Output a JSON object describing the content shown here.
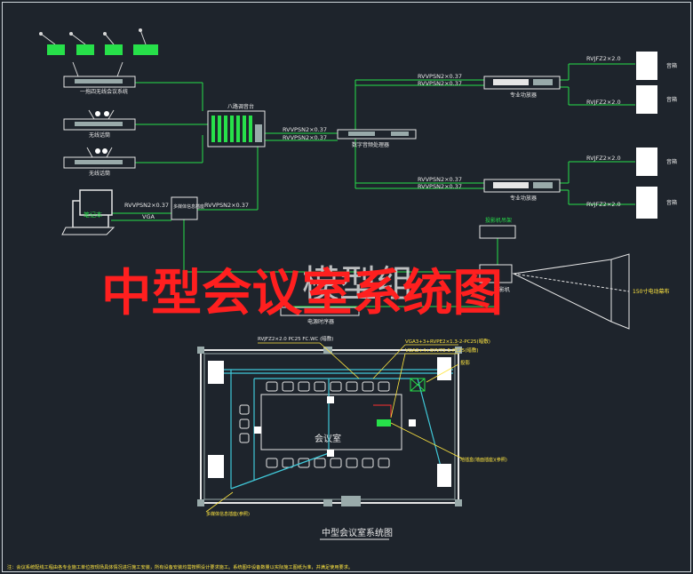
{
  "overlay_title": "中型会议室系统图",
  "watermark": "模型组",
  "devices": {
    "wireless_mic_receiver": "一拖四无线会议系统",
    "handheld_mic_1": "无线话筒",
    "handheld_mic_2": "无线话筒",
    "mixer": "八路调音台",
    "processor": "数字音频处理器",
    "amp_1": "专业功放器",
    "amp_2": "专业功放器",
    "laptop": "笔记本",
    "switcher": "多媒体信息插座",
    "projector_mount": "投影机吊架",
    "projector": "投影机",
    "screen": "150寸电动幕布",
    "power_sequencer": "电源时序器",
    "speaker_1": "音箱",
    "speaker_2": "音箱",
    "speaker_3": "音箱",
    "speaker_4": "音箱"
  },
  "cables": {
    "mixer_to_processor_1": "RVVPSN2×0.37",
    "mixer_to_processor_2": "RVVPSN2×0.37",
    "proc_to_amp1_a": "RVVPSN2×0.37",
    "proc_to_amp1_b": "RVVPSN2×0.37",
    "proc_to_amp2_a": "RVVPSN2×0.37",
    "proc_to_amp2_b": "RVVPSN2×0.37",
    "laptop_audio": "RVVPSN2×0.37",
    "laptop_vga": "VGA",
    "switch_audio": "RVVPSN2×0.37",
    "amp1_spk1": "RVJFZ2×2.0",
    "amp1_spk2": "RVJFZ2×2.0",
    "amp2_spk3": "RVJFZ2×2.0",
    "amp2_spk4": "RVJFZ2×2.0"
  },
  "plan": {
    "room_label": "会议室",
    "title": "中型会议室系统图",
    "callout_speaker": "RVJFZ2×2.0 PC25 FC.WC (暗敷)",
    "callout_vga1": "VGA3+3+RVPE2×1.3-2-PC25(暗敷)",
    "callout_vga2": "VGA3+4+SYV75-5-PC25(暗敷)",
    "callout_mount": "投影",
    "callout_floorbox": "地插盒(墙面插座)(参照)",
    "callout_bottom": "多媒体信息插座(参照)"
  },
  "footnote": "注：会议系统配线工程由各专业施工单位按现场具体情况进行施工安装，所有设备安装均需按照设计要求施工。系统图中设备数量以实际施工图纸为准，并满足使用要求。",
  "colors": {
    "wire": "#27e04a",
    "device": "#e6e6e6",
    "callout": "#ffe640",
    "title": "#ff1f1f",
    "plan_line": "#40c8d8"
  }
}
